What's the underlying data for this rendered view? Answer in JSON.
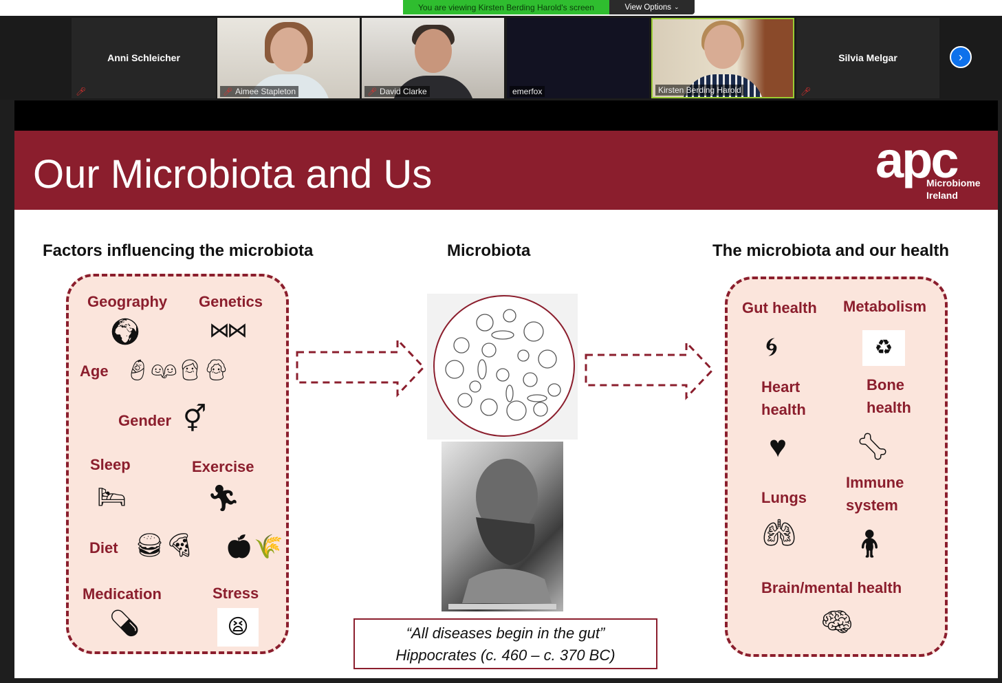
{
  "zoom": {
    "banner": "You are viewing Kirsten Berding Harold's screen",
    "view_options": "View Options",
    "participants": [
      {
        "name": "Anni Schleicher",
        "muted": true
      },
      {
        "name": "Aimee Stapleton",
        "muted": true
      },
      {
        "name": "David Clarke",
        "muted": true
      },
      {
        "name": "emerfox",
        "muted": false
      },
      {
        "name": "Kirsten Berding Harold",
        "muted": false
      },
      {
        "name": "Silvia Melgar",
        "muted": true
      }
    ]
  },
  "slide": {
    "title": "Our Microbiota and Us",
    "logo": {
      "mark": "apc",
      "line1": "Microbiome",
      "line2": "Ireland"
    },
    "left_heading": "Factors influencing the microbiota",
    "center_heading": "Microbiota",
    "right_heading": "The microbiota and our health",
    "factors": {
      "geography": "Geography",
      "genetics": "Genetics",
      "age": "Age",
      "gender": "Gender",
      "sleep": "Sleep",
      "exercise": "Exercise",
      "diet": "Diet",
      "medication": "Medication",
      "stress": "Stress"
    },
    "health": {
      "gut": "Gut health",
      "metabolism": "Metabolism",
      "heart_1": "Heart",
      "heart_2": "health",
      "bone_1": "Bone",
      "bone_2": "health",
      "lungs": "Lungs",
      "immune_1": "Immune",
      "immune_2": "system",
      "brain": "Brain/mental health"
    },
    "quote_line1": "“All diseases begin in the gut”",
    "quote_line2": "Hippocrates (c. 460 – c. 370 BC)"
  },
  "colors": {
    "accent": "#8b1e2d",
    "box_fill": "#fbe5dc",
    "zoom_green": "#2fbd2f"
  }
}
